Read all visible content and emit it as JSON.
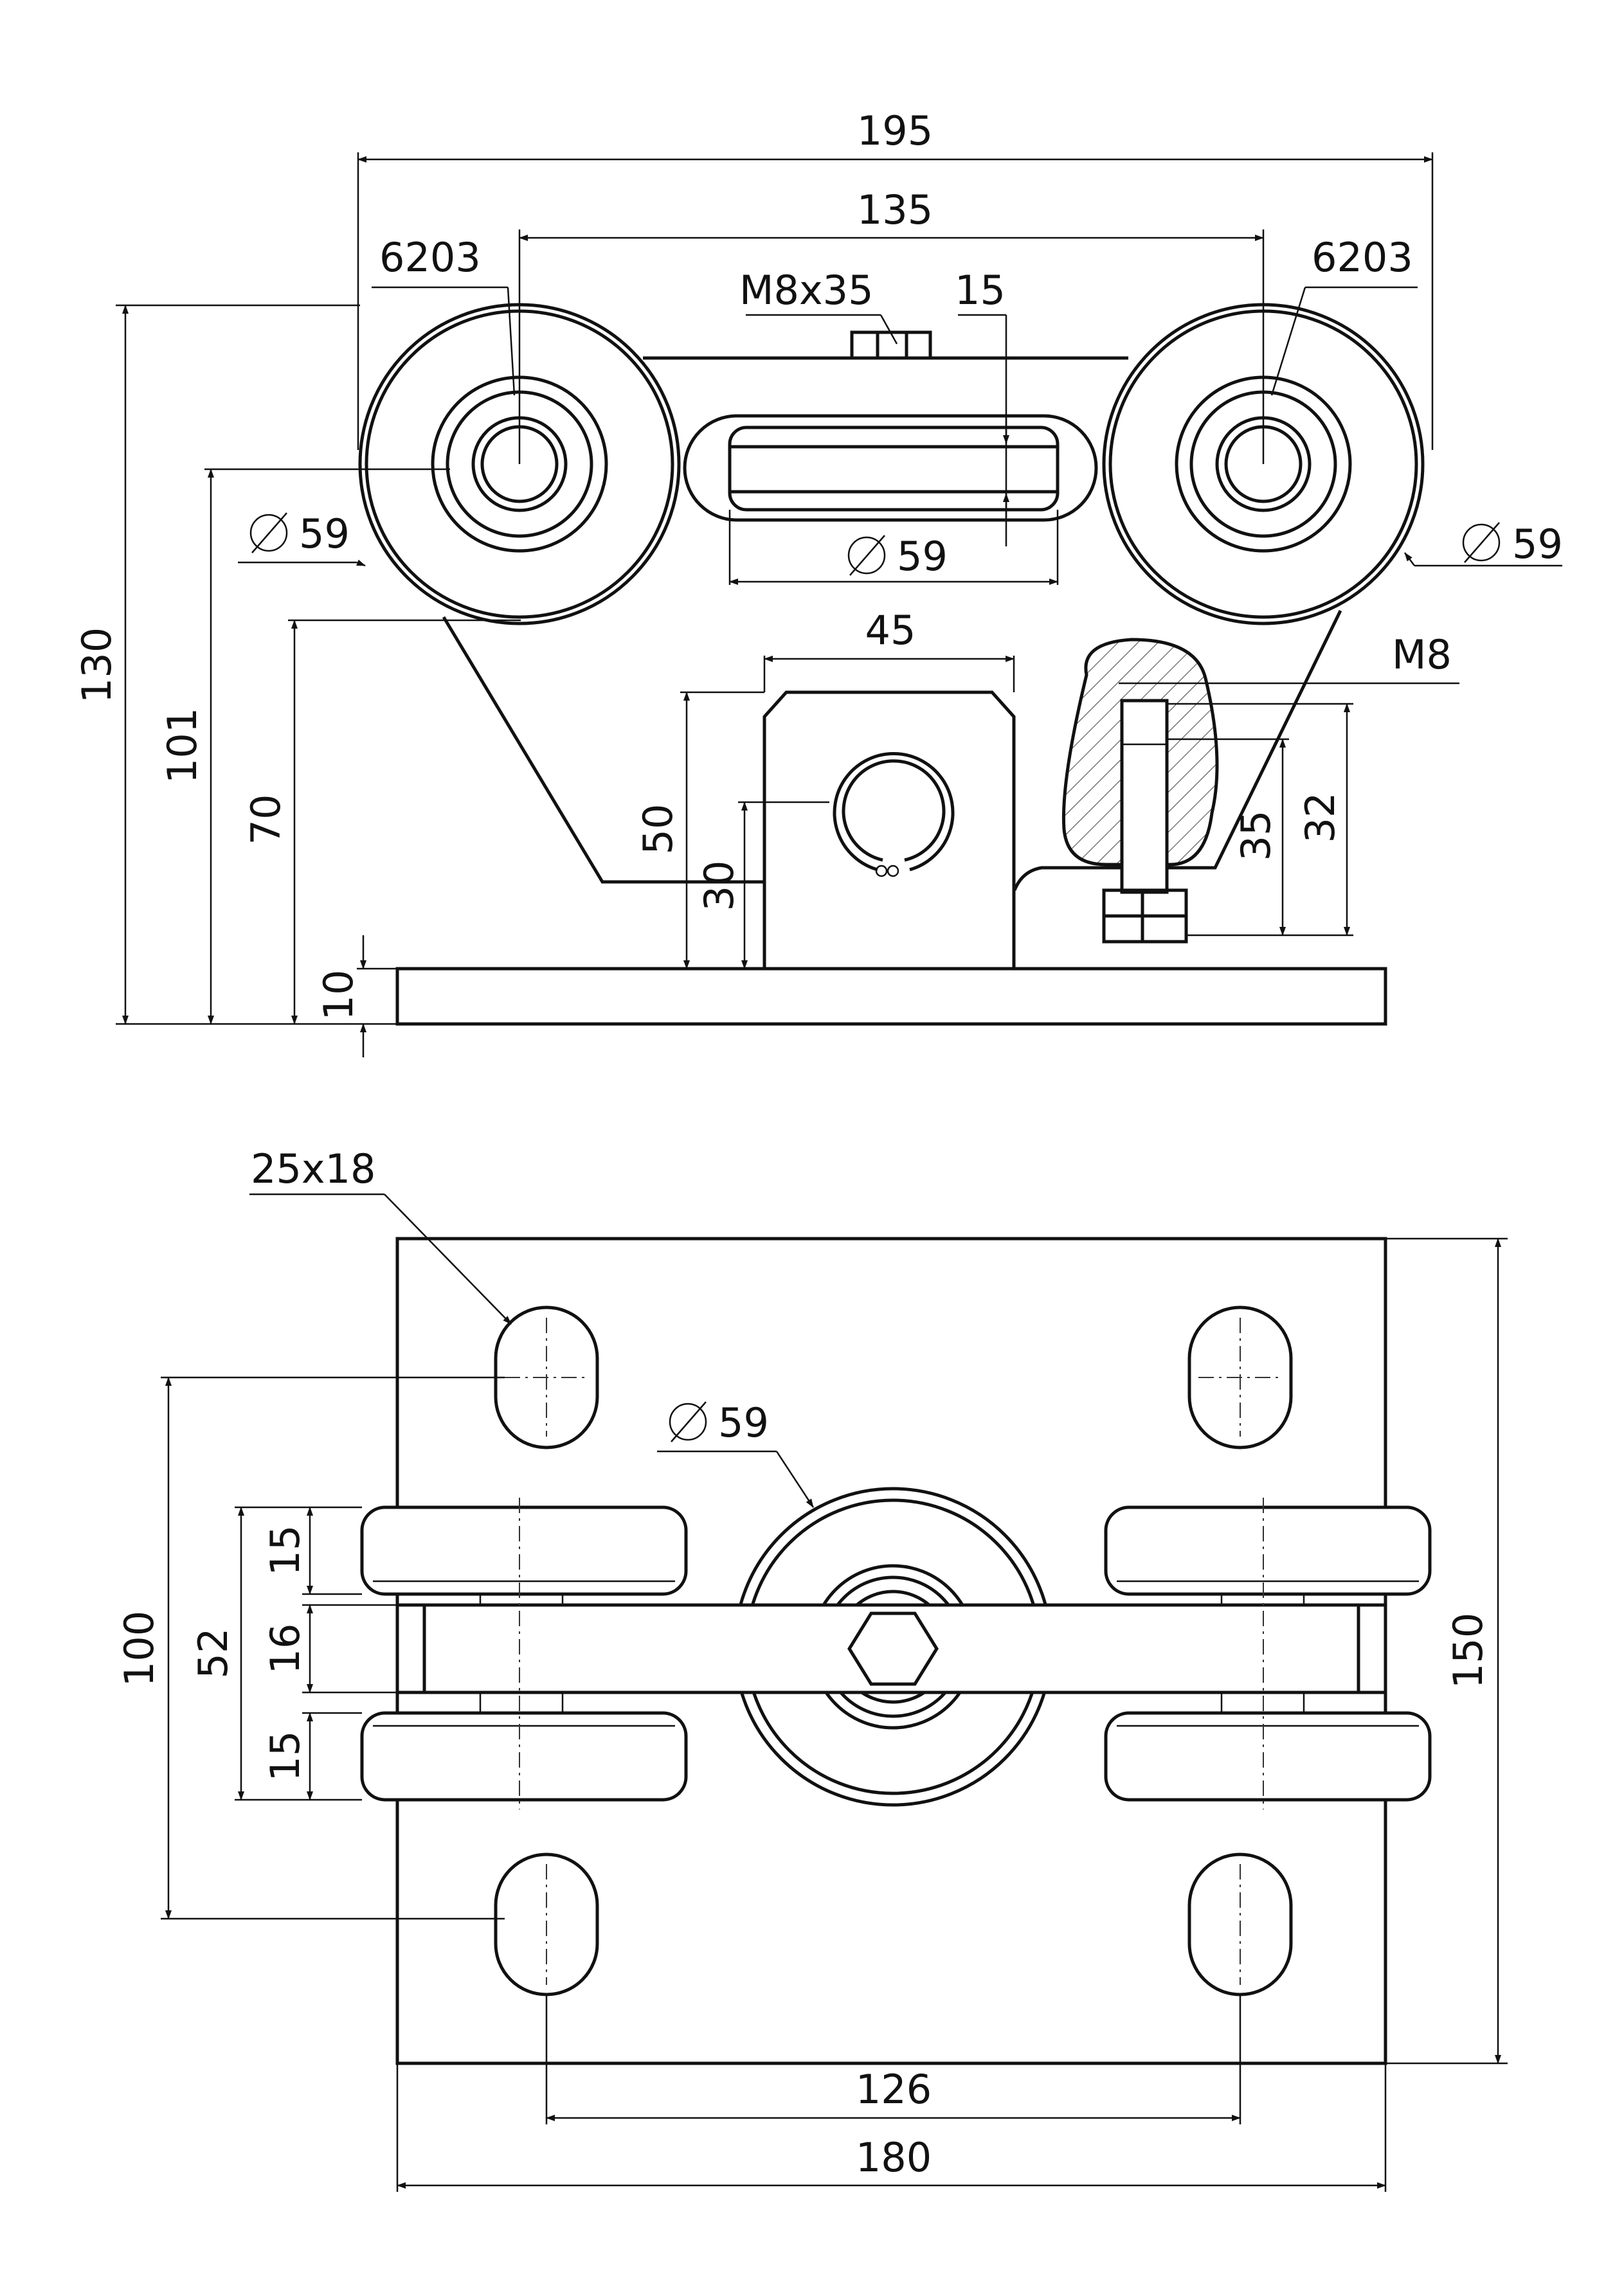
{
  "side_view": {
    "overall_width": "195",
    "wheel_spacing": "135",
    "bearing_left": "6203",
    "bearing_right": "6203",
    "bolt_top": "M8x35",
    "center_wheel_width": "15",
    "wheel_dia_left": "59",
    "wheel_dia_center": "59",
    "wheel_dia_right": "59",
    "block_width": "45",
    "screw_label": "M8",
    "overall_height": "130",
    "axle_height": "101",
    "arm_height": "70",
    "block_height": "50",
    "pin_height": "30",
    "plate_thickness": "10",
    "screw_dim_a": "35",
    "screw_dim_b": "32"
  },
  "top_view": {
    "slot_size": "25x18",
    "center_wheel_dia": "59",
    "slot_spacing_y": "100",
    "wheel_span": "52",
    "wheel_width_top": "15",
    "rail_gap": "16",
    "wheel_width_bottom": "15",
    "plate_depth": "150",
    "slot_spacing_x": "126",
    "plate_width": "180"
  }
}
